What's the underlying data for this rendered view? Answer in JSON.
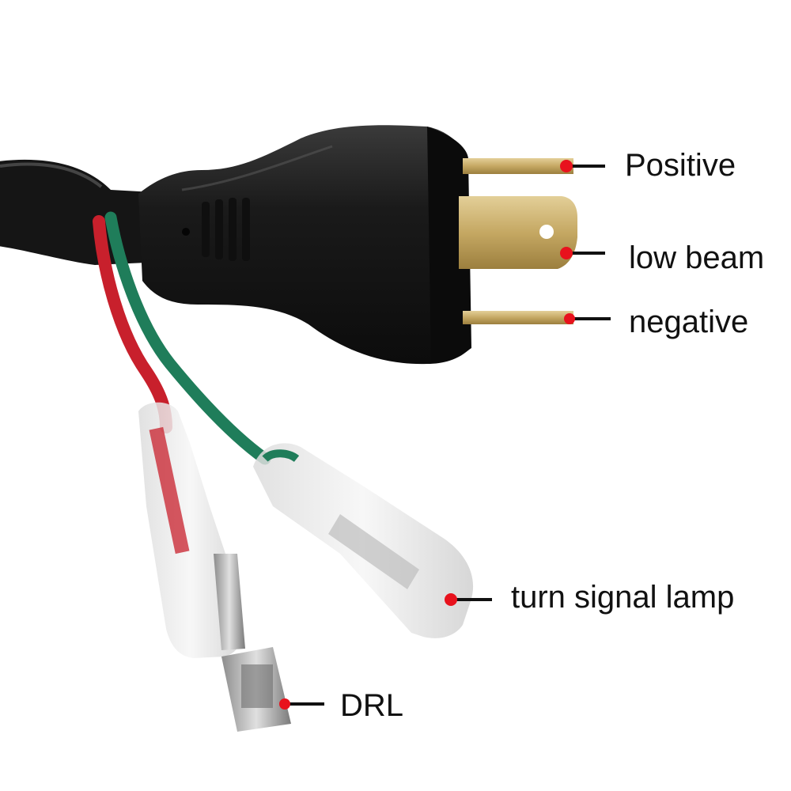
{
  "labels": {
    "positive": "Positive",
    "low_beam": "low beam",
    "negative": "negative",
    "turn_signal": "turn signal lamp",
    "drl": "DRL"
  },
  "colors": {
    "background": "#ffffff",
    "plug_body": "#1b1b1b",
    "pin_brass": "#c9ae6c",
    "wire_red": "#c8202c",
    "wire_green": "#1f7d5a",
    "marker_dot": "#e8121d",
    "leader_line": "#111111",
    "label_text": "#111111"
  }
}
